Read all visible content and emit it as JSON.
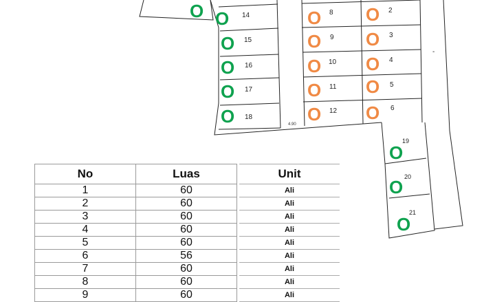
{
  "plan": {
    "green_marker": "O",
    "orange_marker": "O",
    "colors": {
      "green": "#0fa24f",
      "orange": "#f08a45"
    },
    "left_column_numbers": [
      "14",
      "15",
      "16",
      "17",
      "18"
    ],
    "middle_column_numbers": [
      "8",
      "9",
      "10",
      "11",
      "12"
    ],
    "right_column_numbers": [
      "2",
      "3",
      "4",
      "5",
      "6"
    ],
    "lower_right_numbers": [
      "19",
      "20",
      "21"
    ],
    "road_width": "4.90",
    "dash": "-"
  },
  "table": {
    "headers": {
      "no": "No",
      "luas": "Luas",
      "unit": "Unit"
    },
    "rows": [
      {
        "no": "1",
        "luas": "60",
        "unit": "Ali"
      },
      {
        "no": "2",
        "luas": "60",
        "unit": "Ali"
      },
      {
        "no": "3",
        "luas": "60",
        "unit": "Ali"
      },
      {
        "no": "4",
        "luas": "60",
        "unit": "Ali"
      },
      {
        "no": "5",
        "luas": "60",
        "unit": "Ali"
      },
      {
        "no": "6",
        "luas": "56",
        "unit": "Ali"
      },
      {
        "no": "7",
        "luas": "60",
        "unit": "Ali"
      },
      {
        "no": "8",
        "luas": "60",
        "unit": "Ali"
      },
      {
        "no": "9",
        "luas": "60",
        "unit": "Ali"
      }
    ]
  }
}
